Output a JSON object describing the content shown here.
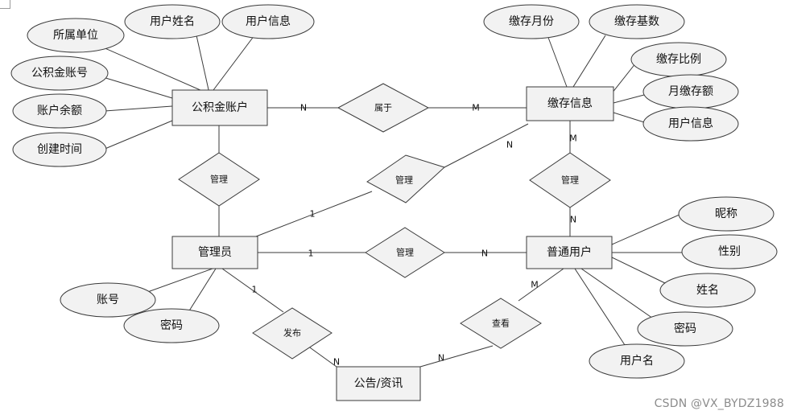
{
  "entities": {
    "account": "公积金账户",
    "deposit": "缴存信息",
    "admin": "管理员",
    "user": "普通用户",
    "notice": "公告/资讯"
  },
  "attributes": {
    "unit": "所属单位",
    "acct_name": "用户姓名",
    "acct_info": "用户信息",
    "acct_no": "公积金账号",
    "balance": "账户余额",
    "created": "创建时间",
    "dep_month": "缴存月份",
    "dep_base": "缴存基数",
    "dep_ratio": "缴存比例",
    "dep_monthly": "月缴存额",
    "dep_userinfo": "用户信息",
    "nickname": "昵称",
    "gender": "性别",
    "realname": "姓名",
    "user_pwd": "密码",
    "username": "用户名",
    "admin_acct": "账号",
    "admin_pwd": "密码"
  },
  "relationships": {
    "belongs": "属于",
    "manage_account": "管理",
    "manage_deposit": "管理",
    "manage_deposit_user": "管理",
    "manage_user": "管理",
    "publish": "发布",
    "view": "查看"
  },
  "cardinalities": {
    "account_belongs": "N",
    "belongs_deposit": "M",
    "admin_mgdep": "1",
    "mgdep_deposit": "N",
    "deposit_mgdu": "M",
    "mgdu_user": "N",
    "admin_mguser": "1",
    "mguser_user": "N",
    "admin_publish": "1",
    "publish_notice": "N",
    "view_notice": "N",
    "user_view": "M"
  },
  "watermark": "CSDN @VX_BYDZ1988"
}
